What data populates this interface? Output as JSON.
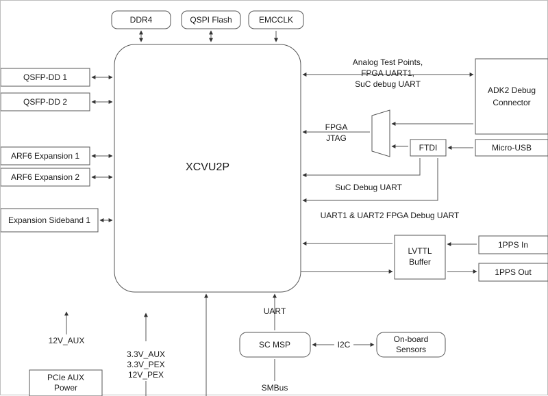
{
  "center": {
    "label": "XCVU2P"
  },
  "top_blocks": [
    "DDR4",
    "QSPI Flash",
    "EMCCLK"
  ],
  "left_blocks": [
    "QSFP-DD 1",
    "QSFP-DD 2",
    "ARF6 Expansion 1",
    "ARF6 Expansion 2",
    "Expansion Sideband  1"
  ],
  "right": {
    "adk2": [
      "ADK2 Debug",
      "Connector"
    ],
    "analog_label": [
      "Analog Test Points,",
      "FPGA UART1,",
      "SuC debug UART"
    ],
    "jtag_label": [
      "FPGA",
      "JTAG"
    ],
    "ftdi": "FTDI",
    "micro_usb": "Micro-USB",
    "suc_debug": "SuC Debug UART",
    "uart12": "UART1 & UART2 FPGA Debug UART",
    "lvttl": [
      "LVTTL",
      "Buffer"
    ],
    "pps_in": "1PPS In",
    "pps_out": "1PPS Out"
  },
  "bottom": {
    "aux12": "12V_AUX",
    "pcie_power": [
      "PCIe AUX",
      "Power"
    ],
    "rails": [
      "3.3V_AUX",
      "3.3V_PEX",
      "12V_PEX"
    ],
    "uart": "UART",
    "sc_msp": "SC MSP",
    "i2c": "I2C",
    "sensors": [
      "On-board",
      "Sensors"
    ],
    "smbus": "SMBus"
  }
}
